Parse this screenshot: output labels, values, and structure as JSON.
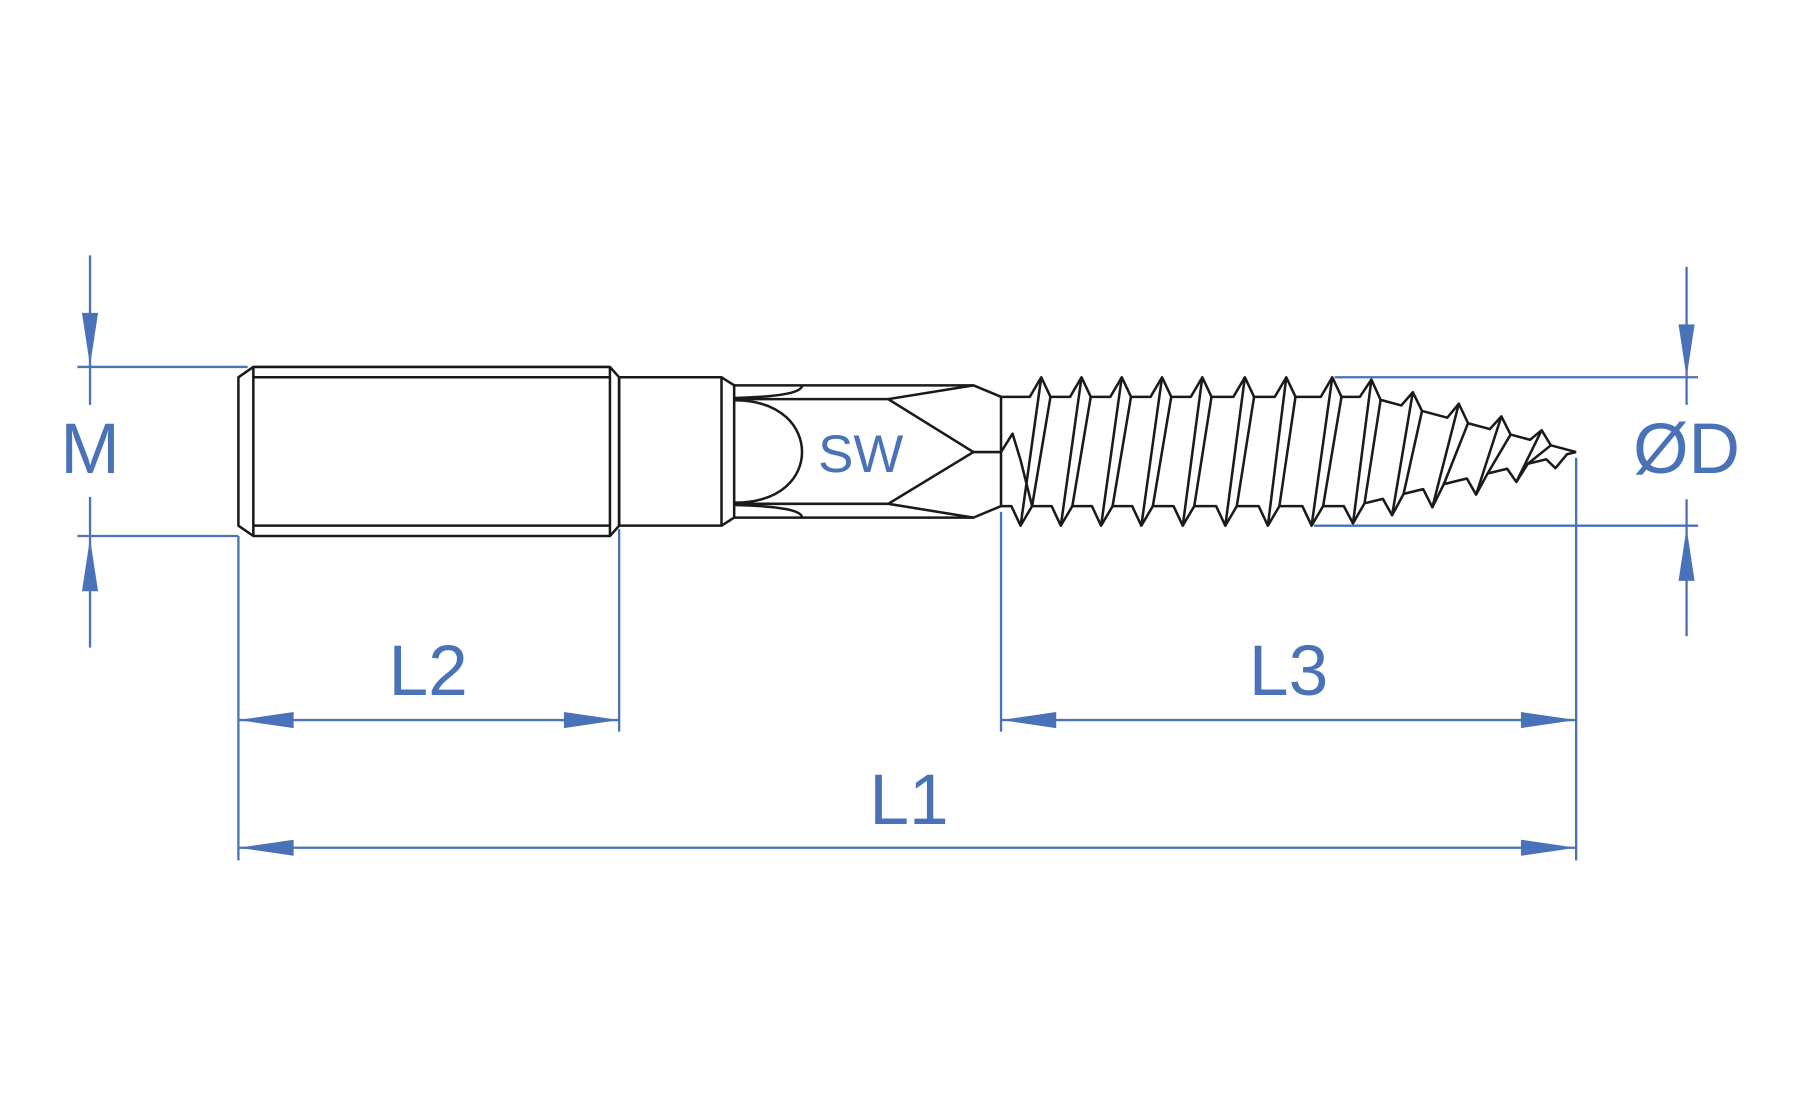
{
  "labels": {
    "m": "M",
    "l1": "L1",
    "l2": "L2",
    "l3": "L3",
    "sw": "SW",
    "od": "ØD"
  },
  "colors": {
    "dimension": "#4a72b8",
    "outline": "#1a1a1a"
  }
}
